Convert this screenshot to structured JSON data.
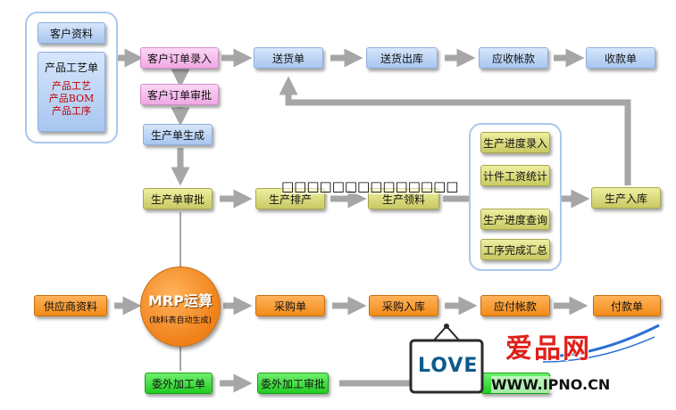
{
  "colors": {
    "arrow": "#a6a6a6",
    "blue": "#a8c6f0",
    "pink": "#f1a8e4",
    "olive": "#c9c963",
    "orange": "#f28c18",
    "green": "#22cc22",
    "group_border": "#a9c8ee"
  },
  "customer_data": "客户资料",
  "product_process": {
    "title": "产品工艺单",
    "lines": [
      "产品工艺",
      "产品BOM",
      "产品工序"
    ]
  },
  "sales_flow": {
    "order_entry": "客户订单录入",
    "order_review": "客户订单审批",
    "delivery_note": "送货单",
    "delivery_out": "送货出库",
    "receivable": "应收帐款",
    "receipt": "收款单"
  },
  "production_flow": {
    "order_generate": "生产单生成",
    "order_review": "生产单审批",
    "scheduling": "生产排产",
    "material_pick": "生产领料",
    "warehouse_in": "生产入库"
  },
  "progress_group": {
    "items": [
      "生产进度录入",
      "计件工资统计",
      "生产进度查询",
      "工序完成汇总"
    ]
  },
  "purchase_flow": {
    "supplier": "供应商资料",
    "mrp_title": "MRP运算",
    "mrp_subtitle": "(缺料表自动生成)",
    "purchase_order": "采购单",
    "purchase_in": "采购入库",
    "payable": "应付帐款",
    "payment": "付款单"
  },
  "outsource_flow": {
    "order": "委外加工单",
    "review": "委外加工审批"
  },
  "overlay_text": "□□□□□□□□□□□□□□",
  "watermark": {
    "badge": "LOVE",
    "site_title": "爱品网",
    "site_url": "WWW.IPNO.CN"
  }
}
